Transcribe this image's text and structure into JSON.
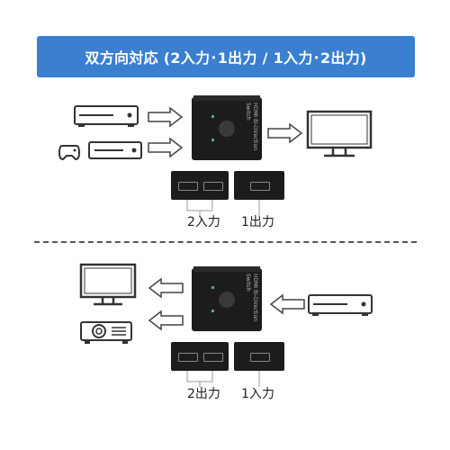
{
  "banner": {
    "title": "双方向対応 (2入力･1出力 / 1入力･2出力)"
  },
  "device": {
    "brand_text": "HDMI Bi-Direction",
    "sub_text": "Switch"
  },
  "top_section": {
    "ports_left_label": "2入力",
    "ports_right_label": "1出力"
  },
  "bottom_section": {
    "ports_left_label": "2出力",
    "ports_right_label": "1入力"
  },
  "colors": {
    "banner": "#3a7fd0",
    "device": "#1c1c1c",
    "line_art": "#333333"
  }
}
